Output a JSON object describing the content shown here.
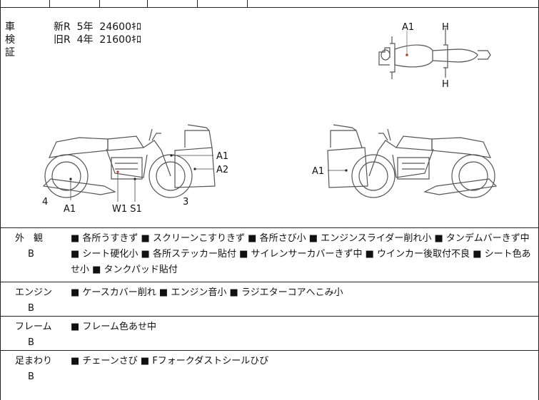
{
  "inspection": {
    "label": "車検証",
    "new_r": "新R  5年  24600ｷﾛ",
    "old_r": "旧R  4年  21600ｷﾛ"
  },
  "diagram_labels": {
    "top_a1": "A1",
    "top_h_upper": "H",
    "top_h_lower": "H",
    "left_a1_right": "A1",
    "left_a2": "A2",
    "left_4": "4",
    "left_a1_bottom": "A1",
    "left_w1s1": "W1 S1",
    "left_3": "3",
    "right_a1": "A1"
  },
  "sections": [
    {
      "name": "外　観",
      "grade": "B",
      "desc": "■ 各所うすきず ■ スクリーンこすりきず ■ 各所さび小 ■ エンジンスライダー削れ小 ■ タンデムバーきず中 ■ シート硬化小 ■ 各所ステッカー貼付 ■ サイレンサーカバーきず中 ■ ウインカー後取付不良 ■ シート色あせ小 ■ タンクパッド貼付"
    },
    {
      "name": "エンジン",
      "grade": "B",
      "desc": "■ ケースカバー削れ ■ エンジン音小 ■ ラジエターコアへこみ小"
    },
    {
      "name": "フレーム",
      "grade": "B",
      "desc": "■ フレーム色あせ中"
    },
    {
      "name": "足まわり",
      "grade": "B",
      "desc": "■ チェーンさび ■ Fフォークダストシールひび"
    }
  ]
}
